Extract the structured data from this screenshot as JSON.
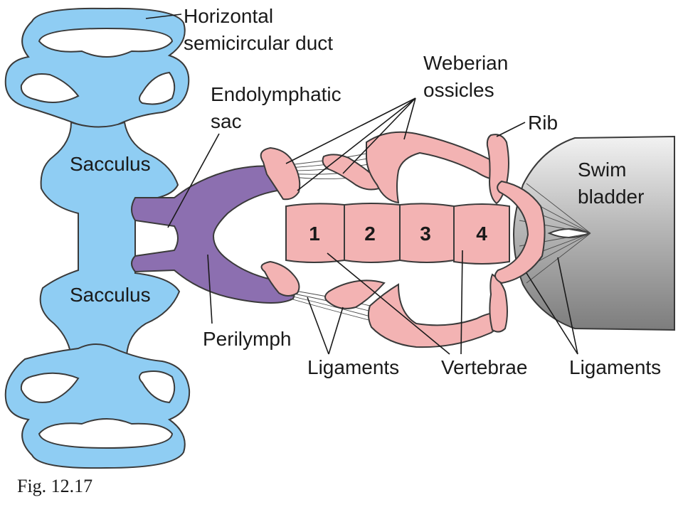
{
  "labels": {
    "horizontal_duct": [
      "Horizontal",
      "semicircular duct"
    ],
    "endolymphatic_sac": [
      "Endolymphatic",
      "sac"
    ],
    "weberian_ossicles": [
      "Weberian",
      "ossicles"
    ],
    "rib": "Rib",
    "swim_bladder": [
      "Swim",
      "bladder"
    ],
    "sacculus_upper": "Sacculus",
    "sacculus_lower": "Sacculus",
    "perilymph": "Perilymph",
    "ligaments_left": "Ligaments",
    "vertebrae": "Vertebrae",
    "ligaments_right": "Ligaments"
  },
  "vertebra_numbers": [
    "1",
    "2",
    "3",
    "4"
  ],
  "figure_caption": "Fig. 12.17",
  "colors": {
    "inner_ear": "#8fcdf3",
    "perilymph": "#8c6fb0",
    "bone": "#f3b3b3",
    "swim_bladder": "#a9a9a9"
  }
}
